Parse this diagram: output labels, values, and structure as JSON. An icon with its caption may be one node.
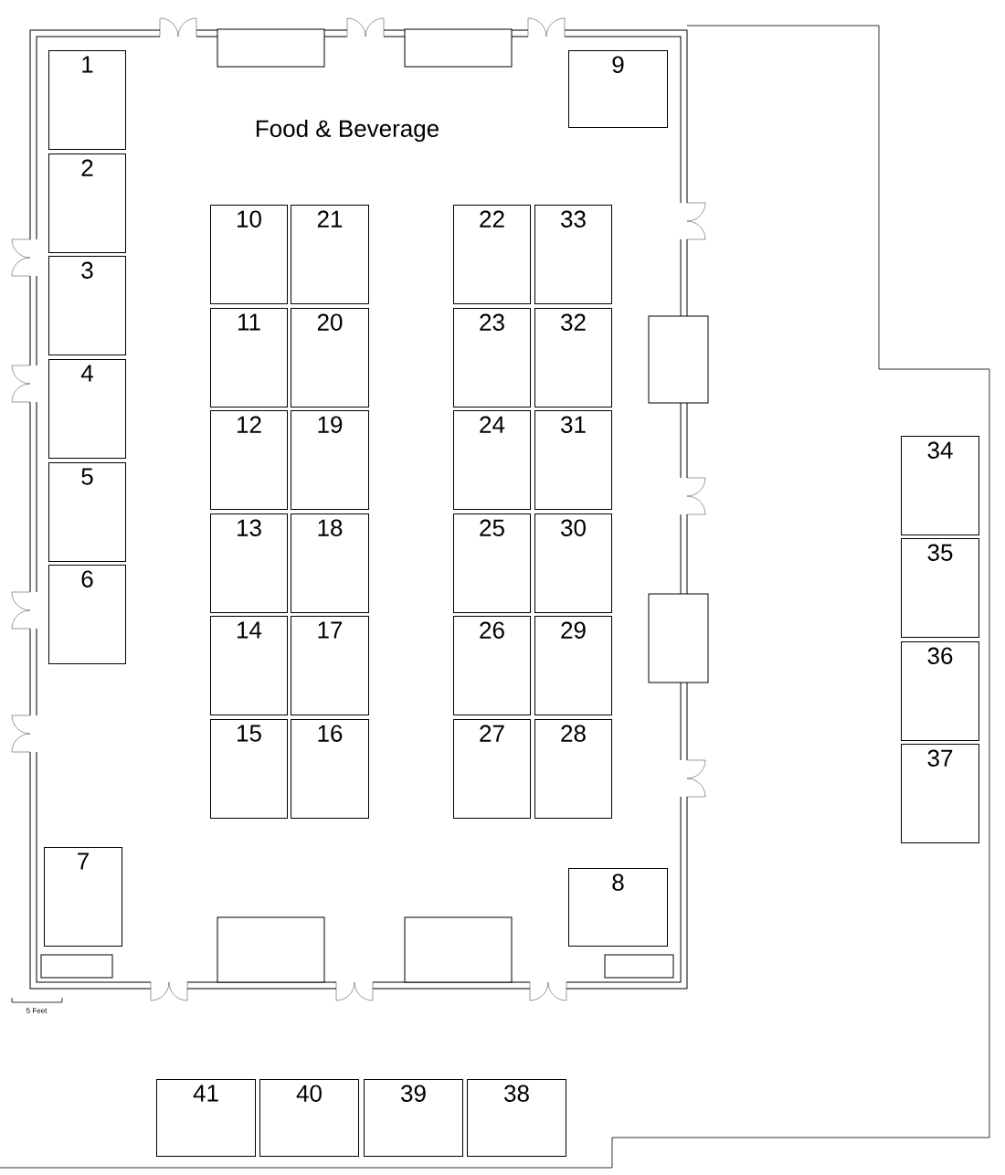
{
  "diagram": {
    "nodes": [
      {
        "text": [
          "1"
        ]
      },
      {
        "text": [
          "2"
        ]
      },
      {
        "text": [
          "3"
        ]
      },
      {
        "text": [
          "4"
        ]
      },
      {
        "text": [
          "5"
        ]
      },
      {
        "text": [
          "6"
        ]
      },
      {
        "text": [
          "7"
        ]
      },
      {
        "text": [
          "8"
        ]
      },
      {
        "text": [
          "9"
        ]
      },
      {
        "text": [
          "10"
        ]
      },
      {
        "text": [
          "11"
        ]
      },
      {
        "text": [
          "12"
        ]
      },
      {
        "text": [
          "13"
        ]
      },
      {
        "text": [
          "14"
        ]
      },
      {
        "text": [
          "15"
        ]
      },
      {
        "text": [
          "16"
        ]
      },
      {
        "text": [
          "17"
        ]
      },
      {
        "text": [
          "18"
        ]
      },
      {
        "text": [
          "19"
        ]
      },
      {
        "text": [
          "20"
        ]
      },
      {
        "text": [
          "21"
        ]
      },
      {
        "text": [
          "22"
        ]
      },
      {
        "text": [
          "23"
        ]
      },
      {
        "text": [
          "24"
        ]
      },
      {
        "text": [
          "25"
        ]
      },
      {
        "text": [
          "26"
        ]
      },
      {
        "text": [
          "27"
        ]
      },
      {
        "text": [
          "28"
        ]
      },
      {
        "text": [
          "29"
        ]
      },
      {
        "text": [
          "30"
        ]
      },
      {
        "text": [
          "31"
        ]
      },
      {
        "text": [
          "32"
        ]
      },
      {
        "text": [
          "33"
        ]
      },
      {
        "text": [
          "34"
        ]
      },
      {
        "text": [
          "35"
        ]
      },
      {
        "text": [
          "36"
        ]
      },
      {
        "text": [
          "37"
        ]
      },
      {
        "text": [
          "38"
        ]
      },
      {
        "text": [
          "39"
        ]
      },
      {
        "text": [
          "40"
        ]
      },
      {
        "text": [
          "41"
        ]
      }
    ],
    "labels": [
      "Food & Beverage",
      "5 Feet"
    ]
  }
}
